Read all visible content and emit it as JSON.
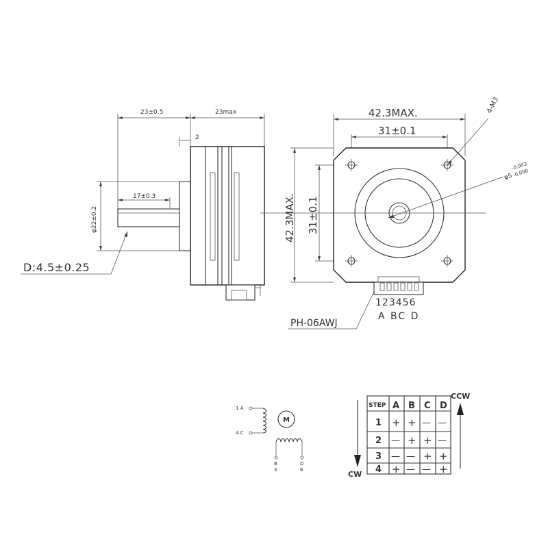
{
  "side_view": {
    "dim_shaft_len": "23±0.5",
    "dim_body_len": "23max",
    "dim_boss": "2",
    "dim_flat": "17±0.3",
    "dim_boss_dia": "φ22±0.2",
    "dim_shaft_dia": "D:4.5±0.25"
  },
  "front_view": {
    "dim_width": "42.3MAX.",
    "dim_hole_spacing_h": "31±0.1",
    "dim_height": "42.3MAX.",
    "dim_hole_spacing_v": "31±0.1",
    "dim_holes": "4-M3",
    "dim_shaft_tol_main": "φ5",
    "dim_shaft_tol_upper": "-0.003",
    "dim_shaft_tol_lower": "-0.008",
    "pin_numbers": "123456",
    "pin_letters": "A BC D",
    "connector": "PH-06AWJ"
  },
  "wiring": {
    "motor_label": "M",
    "lead_1": "1 A",
    "lead_4": "4 C",
    "lead_b_letter": "B",
    "lead_b_num": "3",
    "lead_d_letter": "D",
    "lead_d_num": "6"
  },
  "step_table": {
    "header": [
      "STEP",
      "A",
      "B",
      "C",
      "D"
    ],
    "rows": [
      {
        "step": "1",
        "cells": [
          "+",
          "+",
          "—",
          "—"
        ]
      },
      {
        "step": "2",
        "cells": [
          "—",
          "+",
          "+",
          "—"
        ]
      },
      {
        "step": "3",
        "cells": [
          "—",
          "—",
          "+",
          "+"
        ]
      },
      {
        "step": "4",
        "cells": [
          "+",
          "—",
          "—",
          "+"
        ]
      }
    ],
    "ccw_label": "CCW",
    "cw_label": "CW"
  }
}
